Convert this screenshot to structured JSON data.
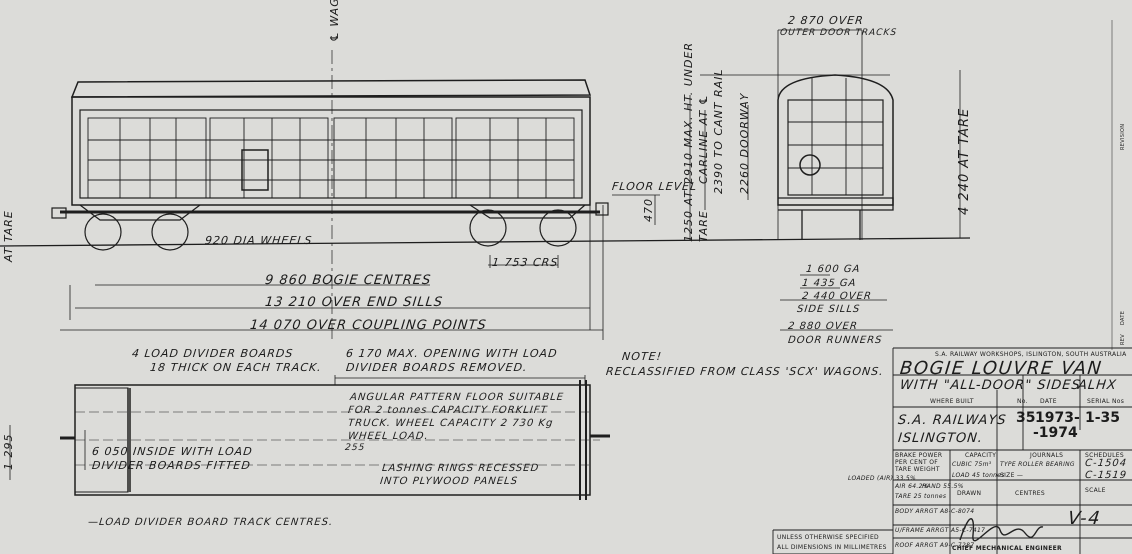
{
  "side_view": {
    "centreline_label": "℄ WAGON",
    "at_tare_label": "AT TARE",
    "floor_level": "FLOOR LEVEL",
    "dim_470": "470",
    "dim_1250": "1250 AT",
    "dim_1250_b": "TARE",
    "dim_2910": "2910 MAX. HT. UNDER",
    "carline": "CARLINE AT ℄",
    "dim_2390": "2390 TO CANT RAIL",
    "dim_2260": "2260 DOORWAY",
    "wheels": "920 DIA WHEELS",
    "crs": "1 753 CRS",
    "bogie_centres": "9 860 BOGIE CENTRES",
    "end_sills": "13 210 OVER END SILLS",
    "coupling": "14 070 OVER COUPLING POINTS"
  },
  "end_view": {
    "top_dim": "2 870 OVER",
    "top_dim_b": "OUTER DOOR TRACKS",
    "height": "4 240 AT TARE",
    "ga1": "1 600 GA",
    "ga2": "1 435 GA",
    "sills": "2 440 OVER",
    "sills_b": "SIDE SILLS",
    "runners": "2 880 OVER",
    "runners_b": "DOOR RUNNERS"
  },
  "plan_view": {
    "boards_1": "4 LOAD DIVIDER BOARDS",
    "boards_2": "18 THICK ON EACH TRACK.",
    "opening_1": "6 170 MAX. OPENING WITH LOAD",
    "opening_2": "DIVIDER BOARDS REMOVED.",
    "floor_1": "ANGULAR PATTERN FLOOR SUITABLE",
    "floor_2": "FOR 2 tonnes CAPACITY FORKLIFT",
    "floor_3": "TRUCK. WHEEL CAPACITY 2 730 Kg",
    "floor_4": "WHEEL LOAD.",
    "dim_255": "255",
    "inside_1": "6 050 INSIDE WITH LOAD",
    "inside_2": "DIVIDER BOARDS FITTED",
    "width": "1 295",
    "lashing_1": "LASHING RINGS RECESSED",
    "lashing_2": "INTO PLYWOOD PANELS",
    "track_centres": "—LOAD DIVIDER BOARD TRACK CENTRES."
  },
  "note": {
    "title": "NOTE!",
    "text": "RECLASSIFIED FROM CLASS 'SCX' WAGONS."
  },
  "title_block": {
    "org": "S.A. RAILWAY WORKSHOPS, ISLINGTON, SOUTH AUSTRALIA",
    "title_1": "BOGIE LOUVRE VAN",
    "title_2": "WITH \"ALL-DOOR\" SIDES",
    "code": "ALHX",
    "where_built_h": "WHERE BUILT",
    "no_h": "No.",
    "date_h": "DATE",
    "serial_h": "SERIAL Nos",
    "where_built_1": "S.A. RAILWAYS",
    "where_built_2": "ISLINGTON.",
    "no": "35",
    "date_1": "1973-",
    "date_2": "-1974",
    "serial": "1-35",
    "brake_h": "BRAKE POWER PER CENT OF TARE WEIGHT",
    "capacity_h": "CAPACITY",
    "journals_h": "JOURNALS",
    "schedules_h": "SCHEDULES",
    "loaded": "LOADED (AIR) 33.5%",
    "air": "AIR 64.2%",
    "hand": "HAND 55.5%",
    "cubic": "CUBIC 75m³",
    "load": "LOAD 45 tonnes",
    "journal_type": "TYPE ROLLER BEARING",
    "size": "SIZE —",
    "schedule_1": "C-1504",
    "schedule_2": "C-1519",
    "tare": "TARE 25 tonnes",
    "drawn": "DRAWN",
    "centres": "CENTRES",
    "scale": "SCALE",
    "body_arrgt": "BODY ARRGT A8-C-8074",
    "uframe_arrgt": "U/FRAME ARRGT A5-C-7417",
    "roof_arrgt": "ROOF ARRGT A9-C-7287",
    "drawing_no": "V-4",
    "engineer": "CHIEF MECHANICAL ENGINEER",
    "dims_note_1": "UNLESS OTHERWISE SPECIFIED",
    "dims_note_2": "ALL DIMENSIONS IN MILLIMETRES",
    "revision": "REVISION",
    "rev": "REV",
    "date_col": "DATE"
  }
}
